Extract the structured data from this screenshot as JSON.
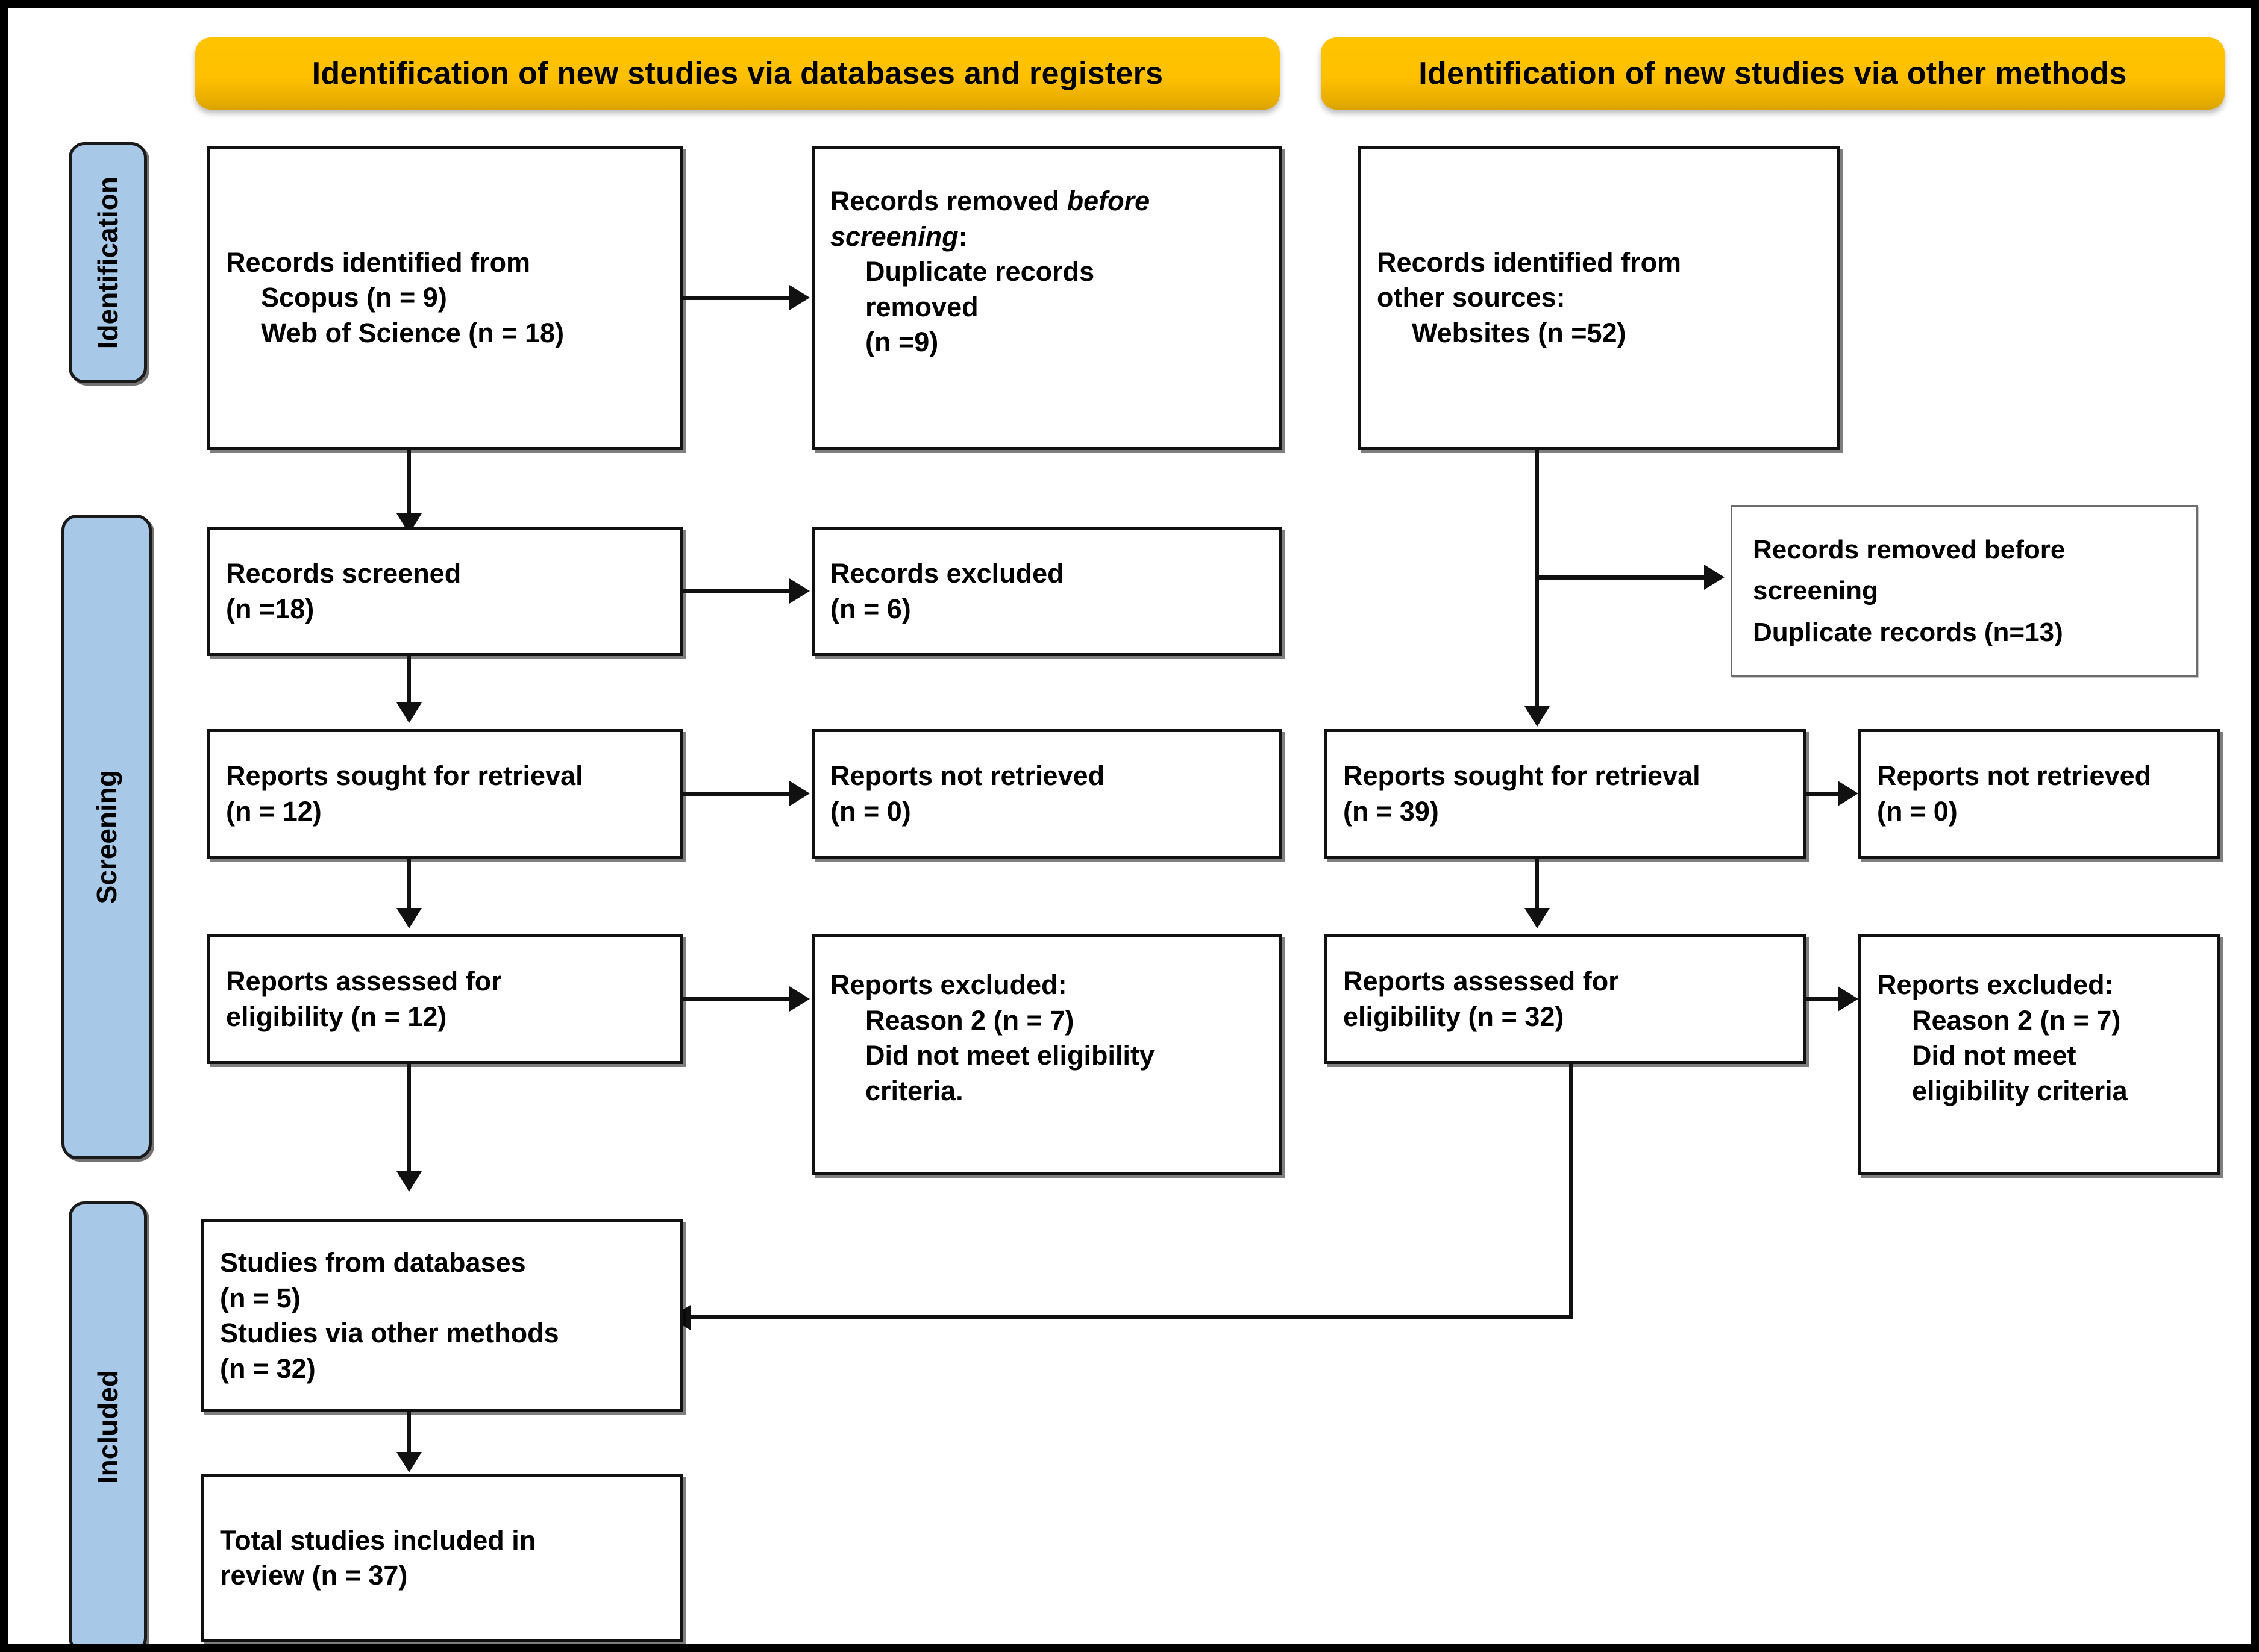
{
  "figure": {
    "type": "prisma-flow-diagram",
    "accent_yellow": "#FFC000",
    "stage_tab_blue": "#A8C8E8",
    "line_color": "#111111"
  },
  "headers": {
    "left": "Identification of new studies via databases and registers",
    "right": "Identification of new studies via other methods"
  },
  "stages": [
    {
      "id": "identification",
      "label": "Identification"
    },
    {
      "id": "screening",
      "label": "Screening"
    },
    {
      "id": "included",
      "label": "Included"
    }
  ],
  "left_column": {
    "identified": {
      "line1": "Records identified from",
      "line2": "Scopus (n = 9)",
      "line3": "Web of Science (n = 18)"
    },
    "removed_before_screening": {
      "line1_a": "Records removed ",
      "line1_b": "before",
      "line2_b": "screening",
      "line2_c": ":",
      "line3": "Duplicate records",
      "line4": "removed",
      "line5": "(n =9)"
    },
    "records_screened": {
      "line1": "Records screened",
      "line2": "(n =18)"
    },
    "records_excluded": {
      "line1": "Records excluded",
      "line2": "(n = 6)"
    },
    "reports_sought": {
      "line1": "Reports sought for retrieval",
      "line2": "(n = 12)"
    },
    "reports_not_retrieved": {
      "line1": "Reports not retrieved",
      "line2": "(n = 0)"
    },
    "reports_assessed": {
      "line1": "Reports assessed for",
      "line2": "eligibility (n = 12)"
    },
    "reports_excluded": {
      "line1": "Reports excluded:",
      "line2": "Reason 2 (n = 7)",
      "line3": "Did not meet eligibility",
      "line4": "criteria."
    }
  },
  "right_column": {
    "identified": {
      "line1": "Records identified from",
      "line2": "other sources:",
      "line3": "Websites (n =52)"
    },
    "removed_before_screening": {
      "line1": "Records removed before",
      "line2": "screening",
      "line3": "Duplicate records (n=13)"
    },
    "reports_sought": {
      "line1": "Reports sought for retrieval",
      "line2": "(n = 39)"
    },
    "reports_not_retrieved": {
      "line1": "Reports not retrieved",
      "line2": "(n = 0)"
    },
    "reports_assessed": {
      "line1": "Reports assessed for",
      "line2": "eligibility (n = 32)"
    },
    "reports_excluded": {
      "line1": "Reports excluded:",
      "line2": "Reason 2 (n = 7)",
      "line3": "Did not meet",
      "line4": "eligibility criteria"
    }
  },
  "included_section": {
    "studies": {
      "line1": "Studies from databases",
      "line2": "(n = 5)",
      "line3": "Studies via other methods",
      "line4": "(n = 32)"
    },
    "total": {
      "line1": "Total studies included in",
      "line2": "review (n = 37)"
    }
  },
  "chart_data": {
    "type": "table",
    "title": "PRISMA 2020 flow diagram for new systematic reviews",
    "databases_and_registers": {
      "records_identified_scopus": 9,
      "records_identified_web_of_science": 18,
      "duplicate_records_removed": 9,
      "records_screened": 18,
      "records_excluded": 6,
      "reports_sought_for_retrieval": 12,
      "reports_not_retrieved": 0,
      "reports_assessed_for_eligibility": 12,
      "reports_excluded_reason_2": 7,
      "studies_included": 5
    },
    "other_methods": {
      "records_identified_websites": 52,
      "duplicate_records_removed": 13,
      "reports_sought_for_retrieval": 39,
      "reports_not_retrieved": 0,
      "reports_assessed_for_eligibility": 32,
      "reports_excluded_reason_2": 7,
      "studies_included": 32
    },
    "total_studies_included_in_review": 37
  }
}
